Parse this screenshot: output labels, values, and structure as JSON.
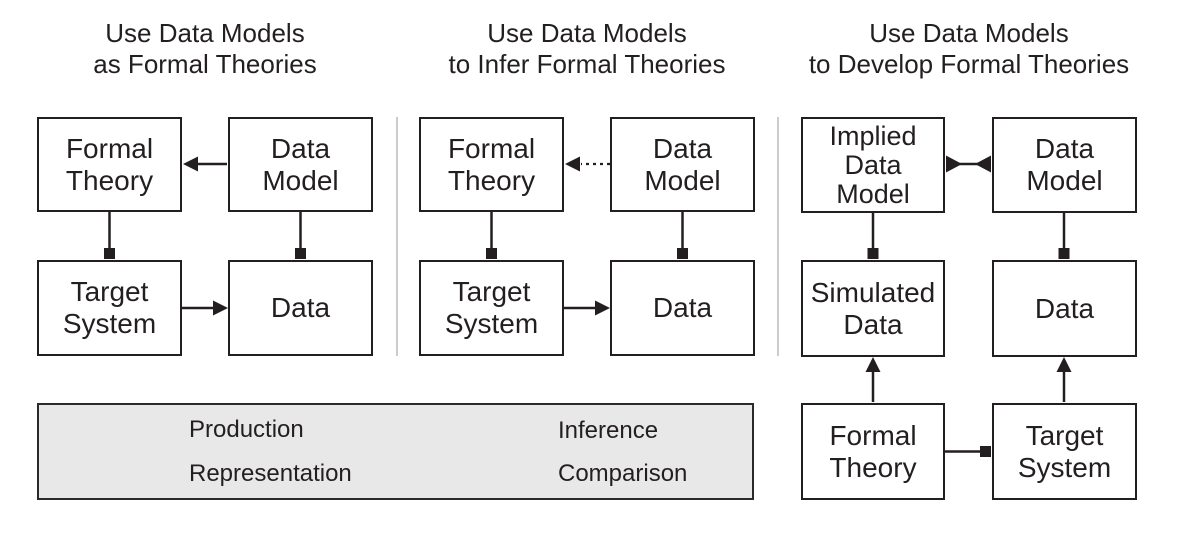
{
  "colors": {
    "ink": "#231f20",
    "divider": "#cccccc",
    "legend-bg": "#e8e8e8",
    "bg": "#ffffff"
  },
  "panels": [
    {
      "title": "Use Data Models\nas Formal Theories",
      "boxes": [
        {
          "id": "formal-theory",
          "label": "Formal\nTheory"
        },
        {
          "id": "data-model",
          "label": "Data\nModel"
        },
        {
          "id": "target-system",
          "label": "Target\nSystem"
        },
        {
          "id": "data",
          "label": "Data"
        }
      ],
      "connectors": [
        {
          "type": "production",
          "from": "data-model",
          "to": "formal-theory"
        },
        {
          "type": "representation",
          "from": "formal-theory",
          "to": "target-system"
        },
        {
          "type": "representation",
          "from": "data-model",
          "to": "data"
        },
        {
          "type": "production",
          "from": "target-system",
          "to": "data"
        }
      ]
    },
    {
      "title": "Use Data Models\nto Infer Formal Theories",
      "boxes": [
        {
          "id": "formal-theory",
          "label": "Formal\nTheory"
        },
        {
          "id": "data-model",
          "label": "Data\nModel"
        },
        {
          "id": "target-system",
          "label": "Target\nSystem"
        },
        {
          "id": "data",
          "label": "Data"
        }
      ],
      "connectors": [
        {
          "type": "inference",
          "from": "data-model",
          "to": "formal-theory"
        },
        {
          "type": "representation",
          "from": "formal-theory",
          "to": "target-system"
        },
        {
          "type": "representation",
          "from": "data-model",
          "to": "data"
        },
        {
          "type": "production",
          "from": "target-system",
          "to": "data"
        }
      ]
    },
    {
      "title": "Use Data Models\nto Develop Formal Theories",
      "boxes": [
        {
          "id": "implied-data-model",
          "label": "Implied\nData\nModel"
        },
        {
          "id": "data-model",
          "label": "Data\nModel"
        },
        {
          "id": "simulated-data",
          "label": "Simulated\nData"
        },
        {
          "id": "data",
          "label": "Data"
        },
        {
          "id": "formal-theory",
          "label": "Formal\nTheory"
        },
        {
          "id": "target-system",
          "label": "Target\nSystem"
        }
      ],
      "connectors": [
        {
          "type": "comparison",
          "from": "implied-data-model",
          "to": "data-model"
        },
        {
          "type": "representation",
          "from": "implied-data-model",
          "to": "simulated-data"
        },
        {
          "type": "representation",
          "from": "data-model",
          "to": "data"
        },
        {
          "type": "production",
          "from": "formal-theory",
          "to": "simulated-data"
        },
        {
          "type": "production",
          "from": "target-system",
          "to": "data"
        },
        {
          "type": "representation",
          "from": "formal-theory",
          "to": "target-system"
        }
      ]
    }
  ],
  "legend": {
    "items": [
      {
        "id": "production",
        "label": "Production"
      },
      {
        "id": "representation",
        "label": "Representation"
      },
      {
        "id": "inference",
        "label": "Inference"
      },
      {
        "id": "comparison",
        "label": "Comparison"
      }
    ]
  }
}
